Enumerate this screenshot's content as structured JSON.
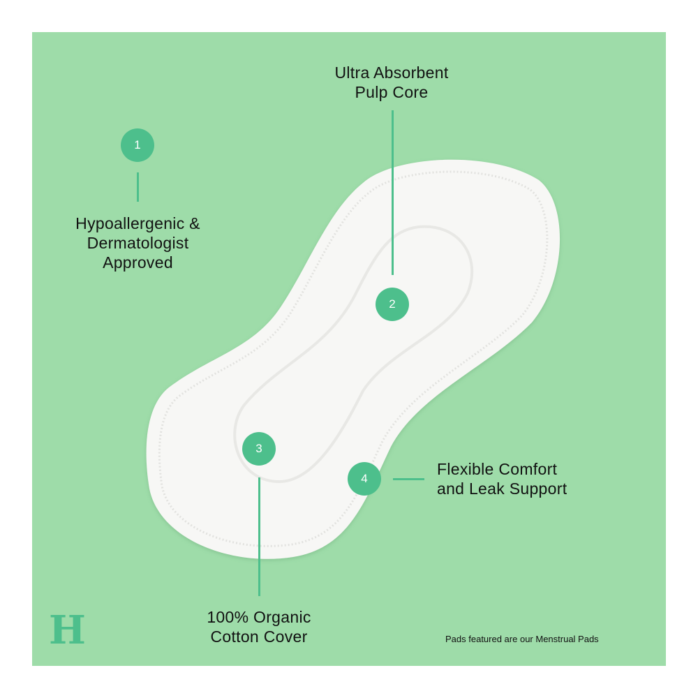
{
  "features": [
    {
      "number": "1",
      "lines": [
        "Hypoallergenic &",
        "Dermatologist",
        "Approved"
      ]
    },
    {
      "number": "2",
      "lines": [
        "Ultra Absorbent",
        "Pulp Core"
      ]
    },
    {
      "number": "3",
      "lines": [
        "100% Organic",
        "Cotton Cover"
      ]
    },
    {
      "number": "4",
      "lines": [
        "Flexible Comfort",
        "and Leak Support"
      ]
    }
  ],
  "brand_logo": "H",
  "footnote": "Pads featured are our Menstrual Pads",
  "colors": {
    "background": "#9edca9",
    "accent": "#4dbf8c",
    "pad": "#f7f7f5"
  }
}
